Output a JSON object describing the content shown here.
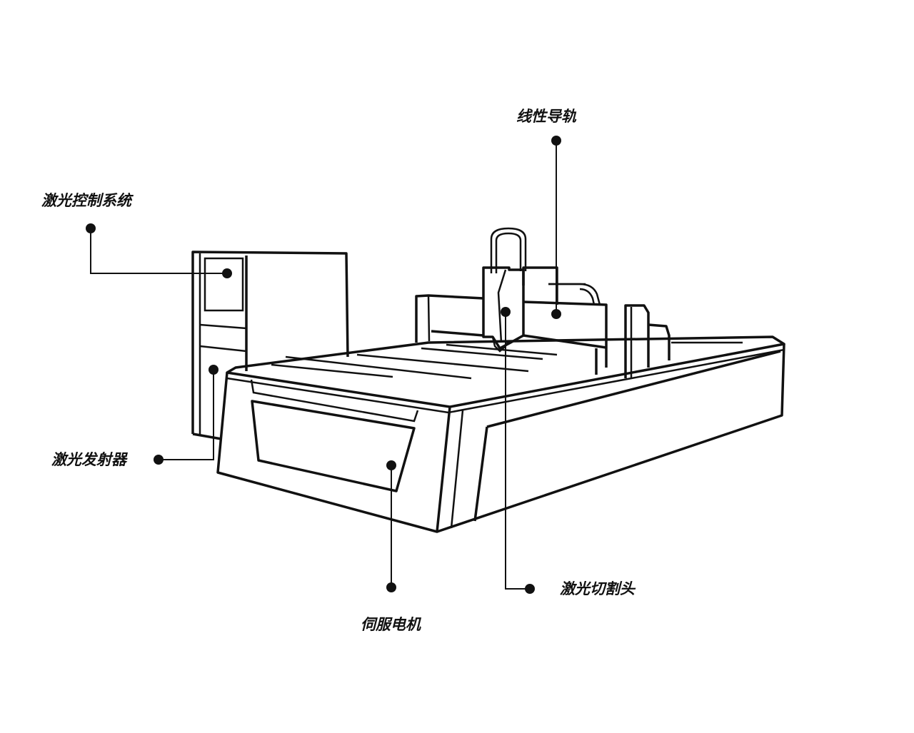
{
  "labels": {
    "linear_guide": "线性导轨",
    "laser_control_system": "激光控制系统",
    "laser_emitter": "激光发射器",
    "servo_motor": "伺服电机",
    "laser_cutting_head": "激光切割头"
  },
  "colors": {
    "ink": "#111111",
    "background": "#ffffff"
  }
}
